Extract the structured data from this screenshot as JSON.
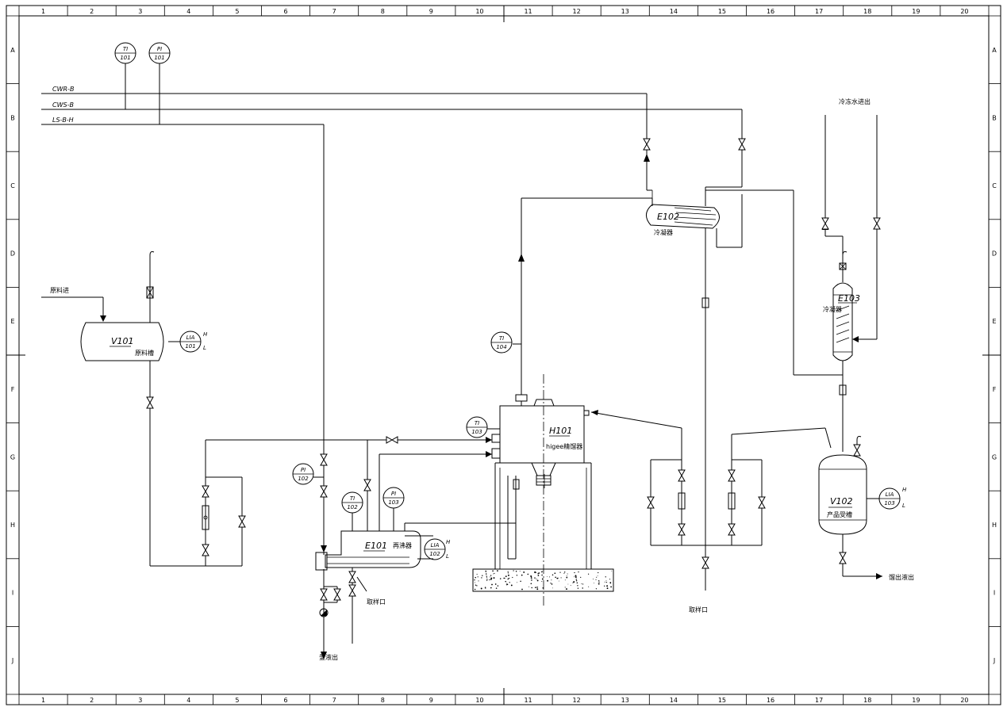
{
  "grid": {
    "columns": [
      "1",
      "2",
      "3",
      "4",
      "5",
      "6",
      "7",
      "8",
      "9",
      "10",
      "11",
      "12",
      "13",
      "14",
      "15",
      "16",
      "17",
      "18",
      "19",
      "20"
    ],
    "rows": [
      "A",
      "B",
      "C",
      "D",
      "E",
      "F",
      "G",
      "H",
      "I",
      "J"
    ]
  },
  "lines": {
    "cwr": "CWR-B",
    "cws": "CWS-B",
    "ls": "LS-B-H"
  },
  "equipment": {
    "v101": {
      "tag": "V101",
      "name": "原料槽"
    },
    "e101": {
      "tag": "E101",
      "name": "再沸器"
    },
    "h101": {
      "tag": "H101",
      "name": "higee精馏器"
    },
    "e102": {
      "tag": "E102",
      "name": "冷凝器"
    },
    "e103": {
      "tag": "E103",
      "name": "冷凝器"
    },
    "v102": {
      "tag": "V102",
      "name": "产品受槽"
    }
  },
  "instruments": {
    "ti101": {
      "fn": "TI",
      "num": "101"
    },
    "pi101": {
      "fn": "PI",
      "num": "101"
    },
    "lia101": {
      "fn": "LIA",
      "num": "101"
    },
    "pi102": {
      "fn": "PI",
      "num": "102"
    },
    "ti102": {
      "fn": "TI",
      "num": "102"
    },
    "pi103": {
      "fn": "PI",
      "num": "103"
    },
    "lia102": {
      "fn": "LIA",
      "num": "102"
    },
    "ti103": {
      "fn": "TI",
      "num": "103"
    },
    "ti104": {
      "fn": "TI",
      "num": "104"
    },
    "lia103": {
      "fn": "LIA",
      "num": "103"
    }
  },
  "alarm": {
    "high": "H",
    "low": "L"
  },
  "notes": {
    "feed_in": "原料进",
    "sample1": "取样口",
    "sample2": "取样口",
    "residue_out": "釜液出",
    "chilled_water": "冷冻水进出",
    "product_out": "馏出液出"
  }
}
